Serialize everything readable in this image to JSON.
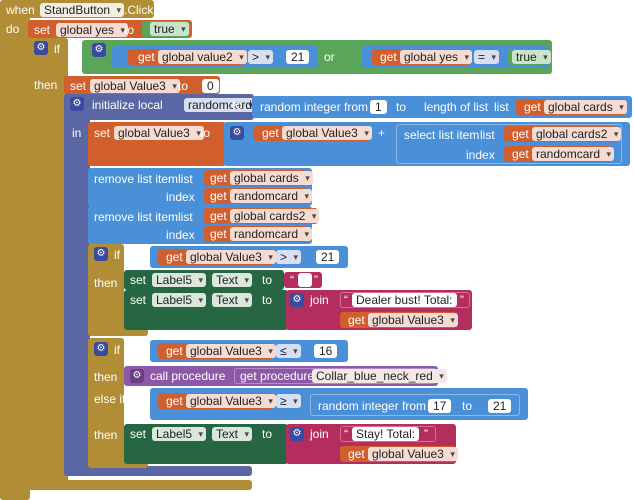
{
  "event": {
    "when": "when",
    "component": "StandButton",
    "event": ".Click",
    "do": "do"
  },
  "kw": {
    "set": "set",
    "get": "get",
    "to": "to",
    "if": "if",
    "then": "then",
    "else_if": "else if",
    "in": "in",
    "or": "or",
    "index": "index",
    "list": "list"
  },
  "b1": {
    "var": "global yes",
    "value": "true"
  },
  "if1": {
    "left_var": "global value2",
    "op": ">",
    "num": "21",
    "or": "or",
    "right_var": "global yes",
    "eq": "=",
    "val": "true"
  },
  "b2": {
    "var": "global Value3",
    "num": "0"
  },
  "local": {
    "label": "initialize local",
    "name": "randomcard",
    "random": "random integer from",
    "from": "1",
    "length": "length of list",
    "cards": "global cards"
  },
  "b3": {
    "var": "global Value3",
    "plus": "+",
    "select": "select list item",
    "cards2": "global cards2",
    "randomcard": "randomcard"
  },
  "remove": {
    "label": "remove list item",
    "cards": "global cards",
    "cards2": "global cards2",
    "randomcard": "randomcard"
  },
  "if2": {
    "var": "global Value3",
    "op": ">",
    "num": "21",
    "label": "Label5",
    "prop": "Text",
    "join": "join",
    "text1": "Dealer bust! Total: ",
    "var2": "global Value3"
  },
  "if3": {
    "var": "global Value3",
    "op": "≤",
    "num": "16",
    "call": "call procedure",
    "getproc": "get procedure",
    "proc": "Collar_blue_neck_red",
    "var_b": "global Value3",
    "op2": "≥",
    "random": "random integer from",
    "from": "17",
    "to": "21",
    "label": "Label5",
    "prop": "Text",
    "join": "join",
    "text1": "Stay! Total: ",
    "var2": "global Value3"
  }
}
